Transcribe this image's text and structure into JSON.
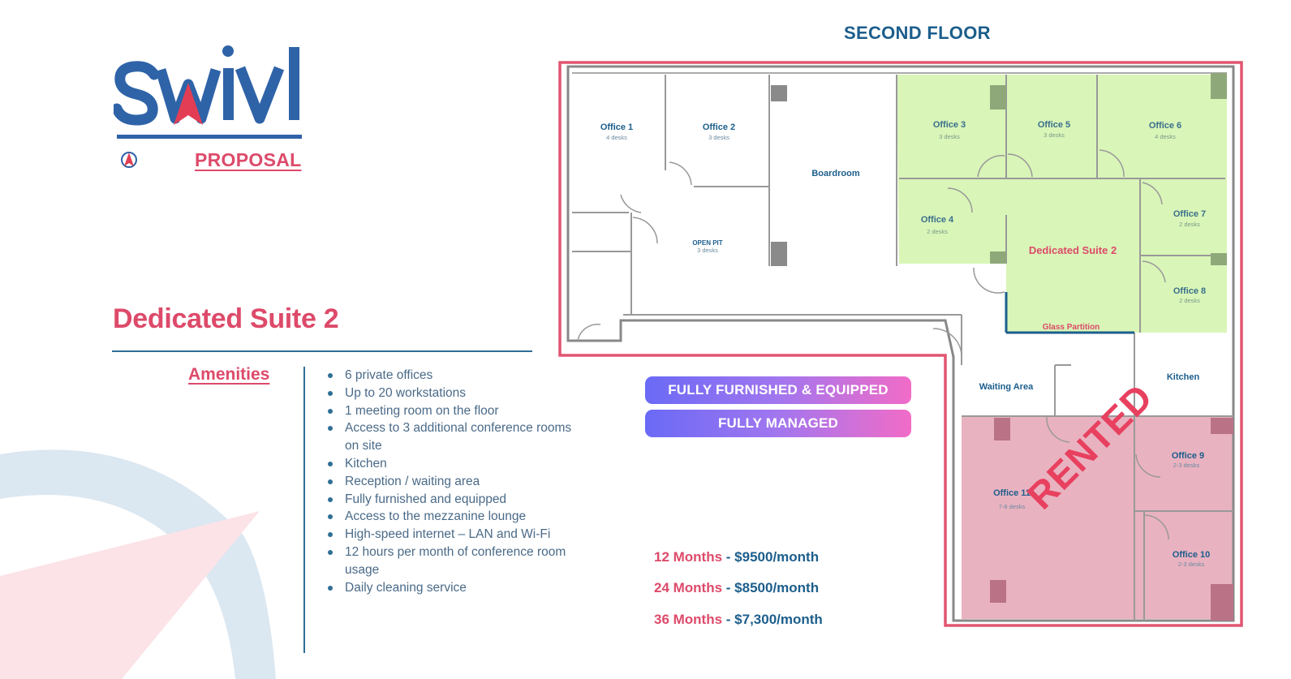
{
  "brand": {
    "name": "swivl",
    "proposal_label": "PROPOSAL",
    "blue": "#1c5e8c",
    "pink": "#dd4a6a"
  },
  "suite": {
    "title": "Dedicated Suite 2",
    "amenities_heading": "Amenities",
    "amenities": [
      "6 private offices",
      "Up to 20 workstations",
      "1 meeting room on the floor",
      "Access to 3 additional conference rooms on site",
      "Kitchen",
      "Reception / waiting area",
      "Fully furnished and equipped",
      "Access to the mezzanine lounge",
      "High-speed internet – LAN and Wi-Fi",
      "12 hours per month of conference room usage",
      "Daily cleaning service"
    ]
  },
  "floorplan": {
    "title": "SECOND FLOOR",
    "rooms": {
      "office1": {
        "name": "Office 1",
        "desks": "4 desks"
      },
      "office2": {
        "name": "Office 2",
        "desks": "3 desks"
      },
      "boardroom": {
        "name": "Boardroom"
      },
      "open_pit": {
        "name": "OPEN PIT",
        "desks": "3 desks"
      },
      "office3": {
        "name": "Office 3",
        "desks": "3 desks"
      },
      "office4": {
        "name": "Office 4",
        "desks": "2 desks"
      },
      "office5": {
        "name": "Office 5",
        "desks": "3 desks"
      },
      "office6": {
        "name": "Office 6",
        "desks": "4 desks"
      },
      "office7": {
        "name": "Office 7",
        "desks": "2 desks"
      },
      "office8": {
        "name": "Office 8",
        "desks": "2 desks"
      },
      "dedicated_suite": {
        "name": "Dedicated Suite 2"
      },
      "glass_partition": {
        "name": "Glass Partition"
      },
      "waiting_area": {
        "name": "Waiting Area"
      },
      "kitchen": {
        "name": "Kitchen"
      },
      "office9": {
        "name": "Office 9",
        "desks": "2-3 desks"
      },
      "office10": {
        "name": "Office 10",
        "desks": "2-3 desks"
      },
      "office11": {
        "name": "Office 11",
        "desks": "7-8 desks"
      }
    },
    "rented_label": "RENTED",
    "suite_fill": "#d9f5b8",
    "rented_fill": "#e9b2c0"
  },
  "badges": {
    "furnished": "FULLY FURNISHED & EQUIPPED",
    "managed": "FULLY MANAGED"
  },
  "pricing": [
    {
      "term": "12 Months",
      "price": " - $9500/month"
    },
    {
      "term": "24 Months",
      "price": " - $8500/month"
    },
    {
      "term": "36 Months",
      "price": " - $7,300/month"
    }
  ]
}
